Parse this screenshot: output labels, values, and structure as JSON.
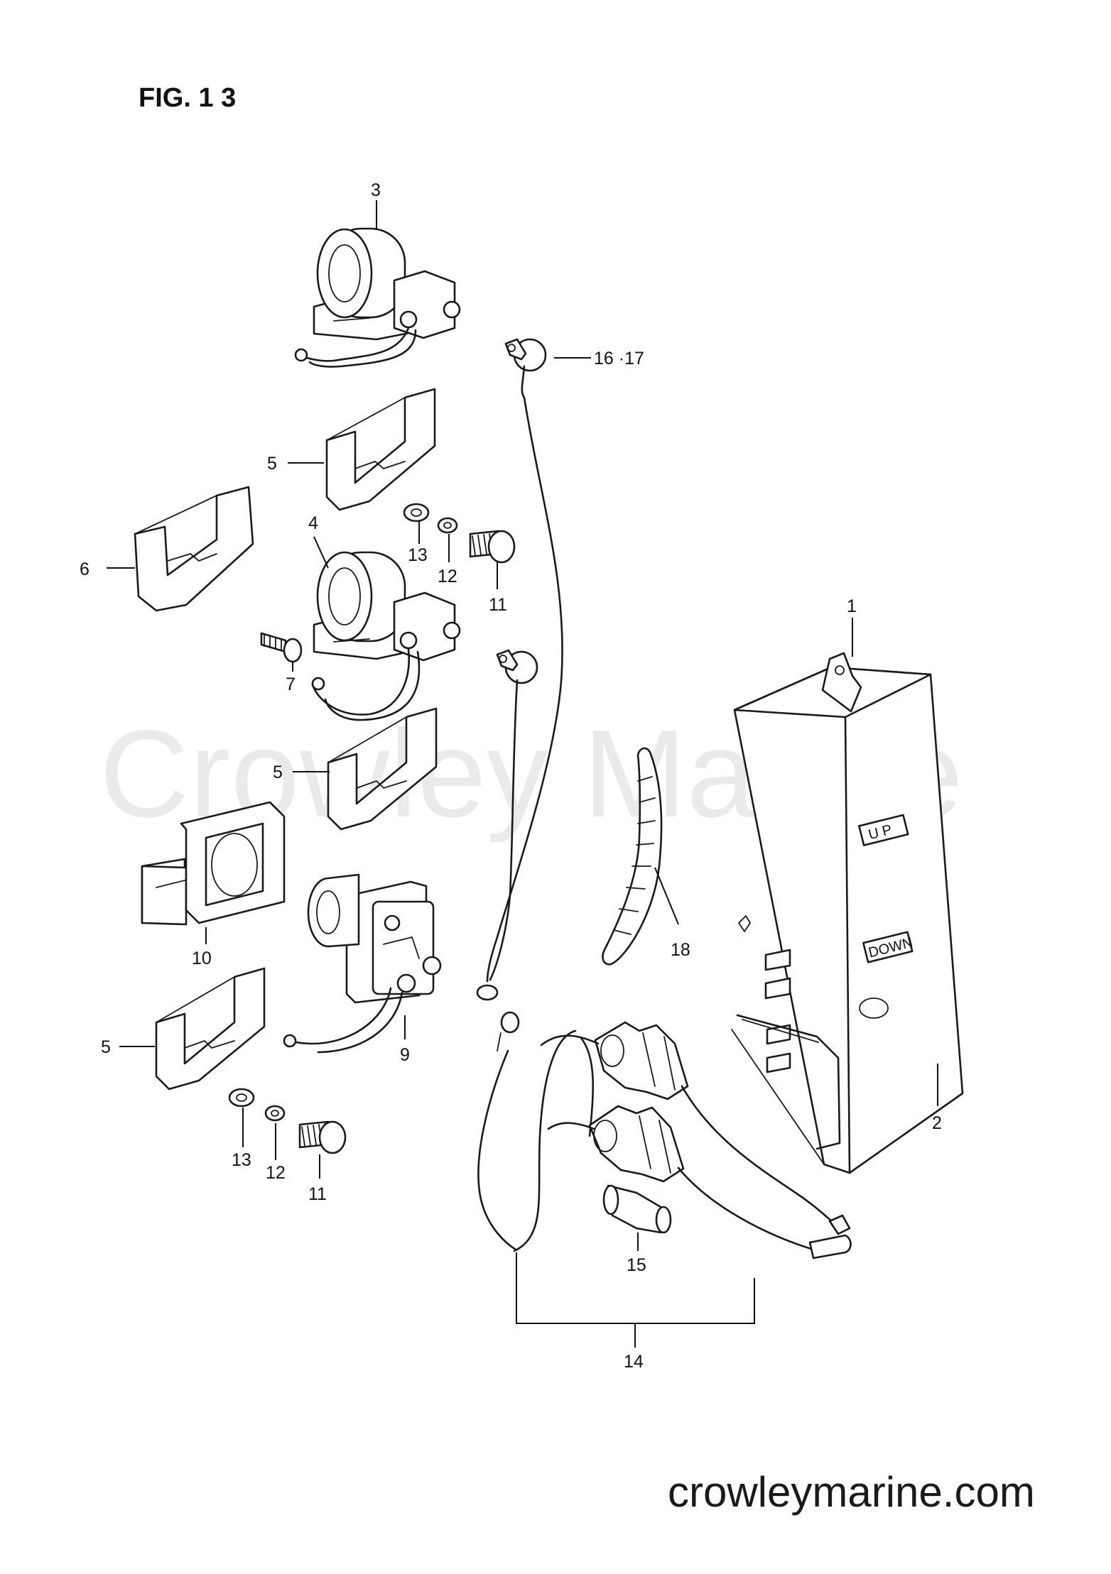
{
  "figure_title": "FIG. 1 3",
  "watermark": "Crowley Marine",
  "site_url": "crowleymarine.com",
  "switch_box_labels": {
    "up": "U P",
    "down": "DOWN"
  },
  "callouts": [
    "1",
    "2",
    "3",
    "4",
    "5",
    "5",
    "5",
    "6",
    "7",
    "9",
    "10",
    "11",
    "11",
    "12",
    "12",
    "13",
    "13",
    "14",
    "15",
    "16 ·17",
    "18"
  ]
}
